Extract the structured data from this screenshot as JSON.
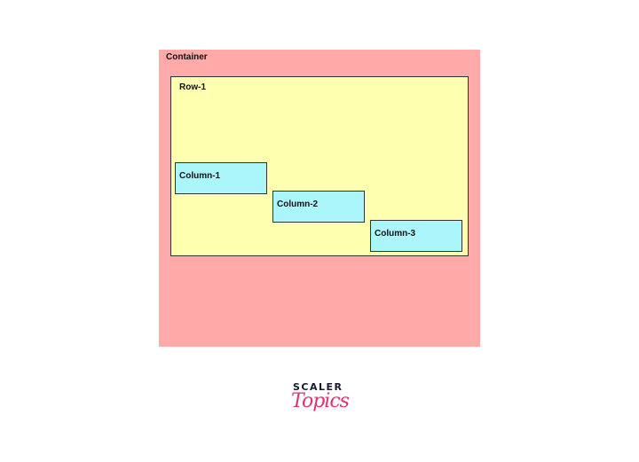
{
  "diagram": {
    "container": {
      "label": "Container"
    },
    "row": {
      "label": "Row-1"
    },
    "columns": [
      {
        "label": "Column-1"
      },
      {
        "label": "Column-2"
      },
      {
        "label": "Column-3"
      }
    ]
  },
  "branding": {
    "line1": "SCALER",
    "line2": "Topics"
  },
  "colors": {
    "container": "#ffaaa8",
    "row": "#ffffb0",
    "column": "#aaf6fa",
    "brand_pink": "#e0336f"
  }
}
